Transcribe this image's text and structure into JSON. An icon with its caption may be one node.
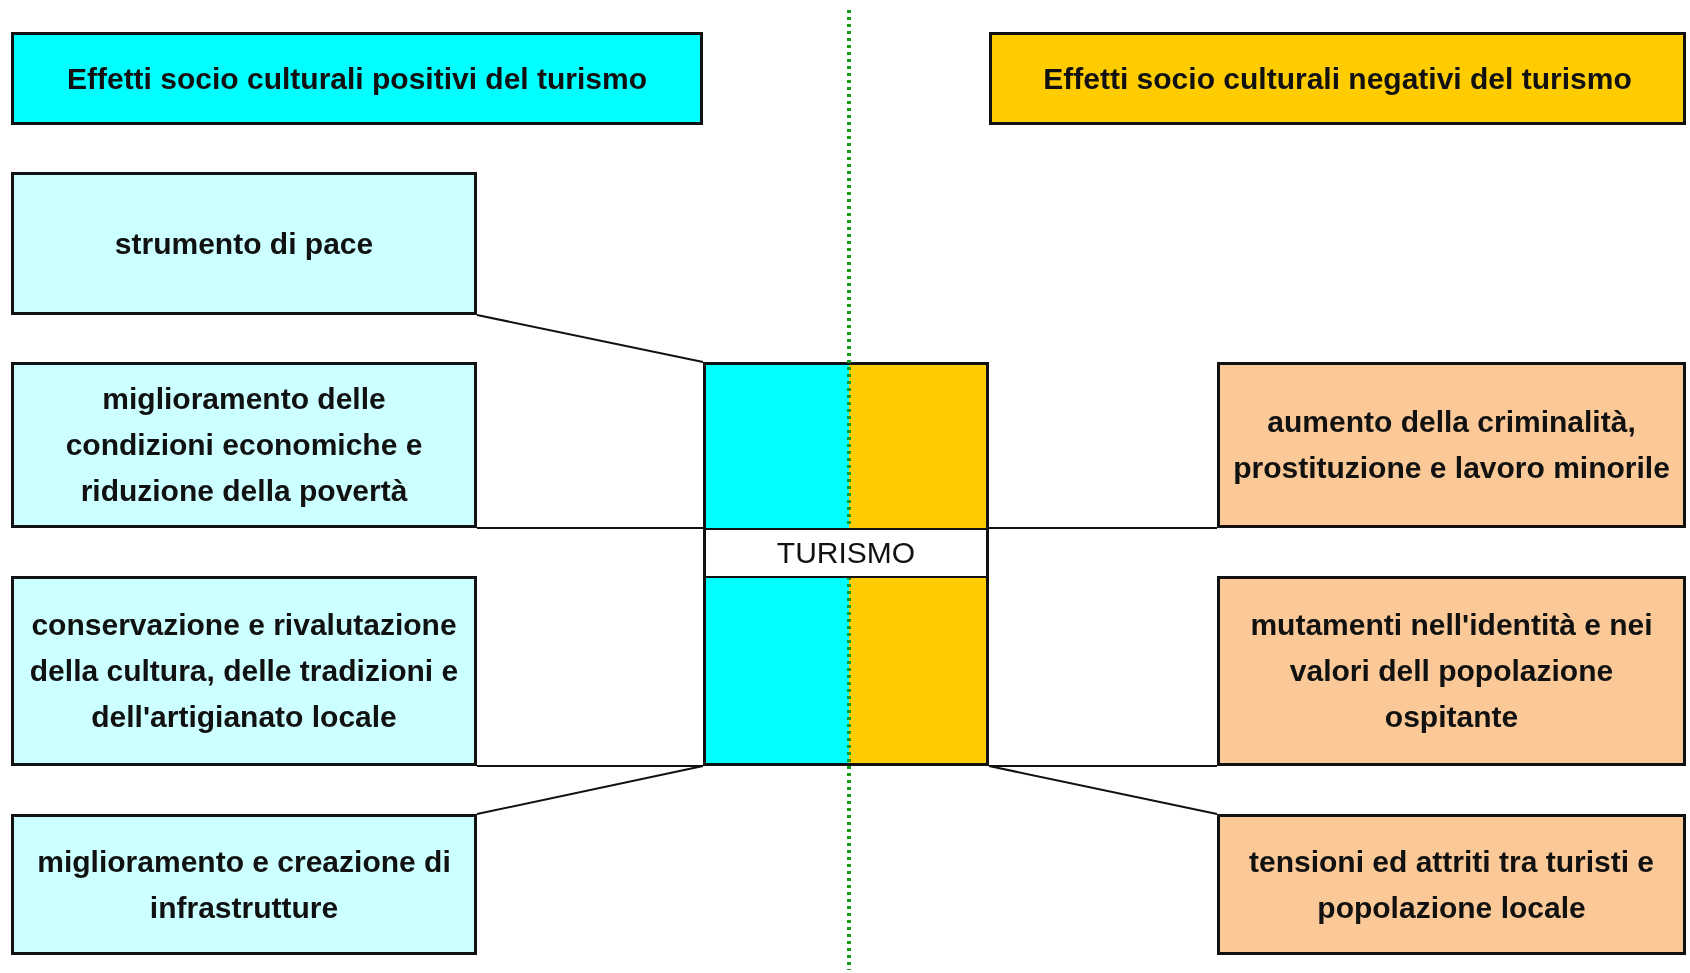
{
  "diagram": {
    "nodes": [
      {
        "text": [
          "Effetti socio culturali positivi del turismo"
        ]
      },
      {
        "text": [
          "Effetti socio culturali negativi del turismo"
        ]
      },
      {
        "text": [
          "strumento di pace"
        ]
      },
      {
        "text": [
          "miglioramento delle condizioni economiche e riduzione della povertà"
        ]
      },
      {
        "text": [
          "TURISMO"
        ]
      },
      {
        "text": [
          "aumento della criminalità, prostituzione e lavoro minorile"
        ]
      },
      {
        "text": [
          "conservazione e rivalutazione della cultura, delle tradizioni e dell'artigianato locale"
        ]
      },
      {
        "text": [
          "mutamenti nell'identità e nei valori dell popolazione ospitante"
        ]
      },
      {
        "text": [
          "miglioramento e creazione di infrastrutture"
        ]
      },
      {
        "text": [
          "tensioni ed attriti tra turisti e popolazione locale"
        ]
      }
    ],
    "edges": [
      {
        "from": 2,
        "to": 4,
        "arrow": "none"
      },
      {
        "from": 3,
        "to": 4,
        "arrow": "none"
      },
      {
        "from": 4,
        "to": 5,
        "arrow": "none"
      },
      {
        "from": 6,
        "to": 4,
        "arrow": "none"
      },
      {
        "from": 4,
        "to": 7,
        "arrow": "none"
      },
      {
        "from": 8,
        "to": 4,
        "arrow": "none"
      },
      {
        "from": 4,
        "to": 9,
        "arrow": "none"
      }
    ]
  }
}
